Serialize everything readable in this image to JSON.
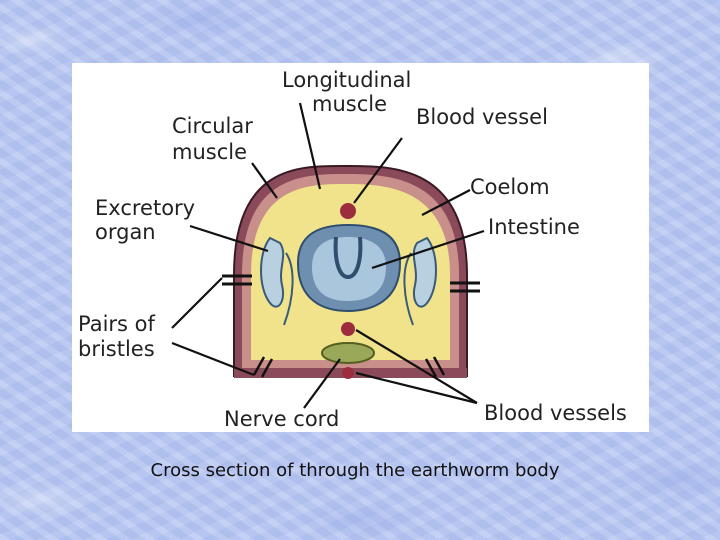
{
  "caption": "Cross section of through the earthworm body",
  "labels": {
    "longitudinal_1": "Longitudinal",
    "longitudinal_2": "muscle",
    "blood_vessel": "Blood vessel",
    "circular_1": "Circular",
    "circular_2": "muscle",
    "coelom": "Coelom",
    "excretory_1": "Excretory",
    "excretory_2": "organ",
    "intestine": "Intestine",
    "bristles_1": "Pairs of",
    "bristles_2": "bristles",
    "nerve_cord": "Nerve cord",
    "blood_vessels": "Blood vessels"
  },
  "colors": {
    "outer_wall": "#8b4a5a",
    "muscle_layer": "#c98f8a",
    "coelom_fill": "#f0e38c",
    "intestine_outer": "#6e8fb0",
    "intestine_inner": "#a9c6dc",
    "vessel": "#9c2d3d",
    "nerve_cord": "#9aa85a"
  }
}
